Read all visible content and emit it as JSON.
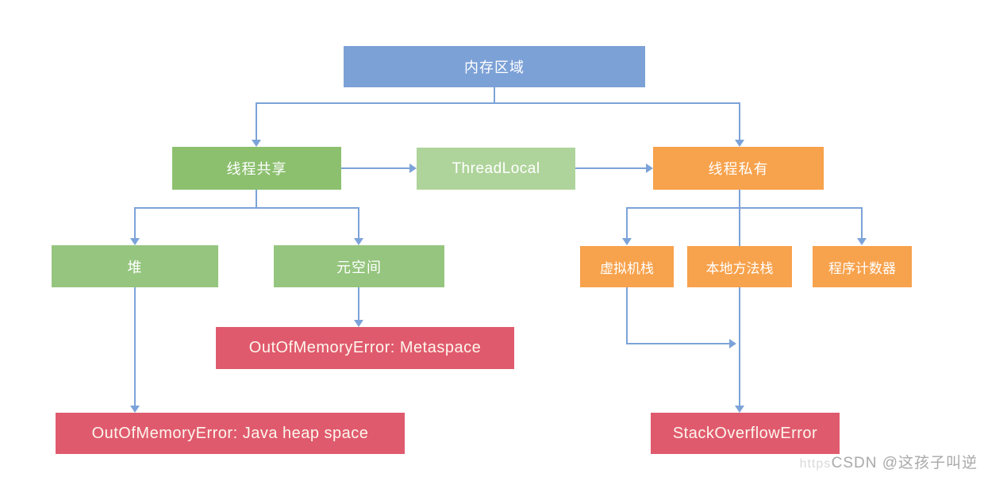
{
  "colors": {
    "blue": "#7CA1D6",
    "green": "#8CC06F",
    "greenlight": "#95C57E",
    "greenpale": "#AFD49B",
    "orange": "#F7A24C",
    "red": "#E05A6E",
    "line": "#7CA3D9",
    "watermark": "#A9A9A9"
  },
  "nodes": {
    "memory_area": {
      "label": "内存区域"
    },
    "thread_shared": {
      "label": "线程共享"
    },
    "thread_local": {
      "label": "ThreadLocal"
    },
    "thread_private": {
      "label": "线程私有"
    },
    "heap": {
      "label": "堆"
    },
    "metaspace": {
      "label": "元空间"
    },
    "vm_stack": {
      "label": "虚拟机栈"
    },
    "native_method_stack": {
      "label": "本地方法栈"
    },
    "program_counter": {
      "label": "程序计数器"
    },
    "oom_metaspace": {
      "label": "OutOfMemoryError: Metaspace"
    },
    "oom_heap": {
      "label": "OutOfMemoryError: Java heap space"
    },
    "stack_overflow": {
      "label": "StackOverflowError"
    }
  },
  "watermark": {
    "ghost": "https",
    "text": "CSDN @这孩子叫逆"
  }
}
